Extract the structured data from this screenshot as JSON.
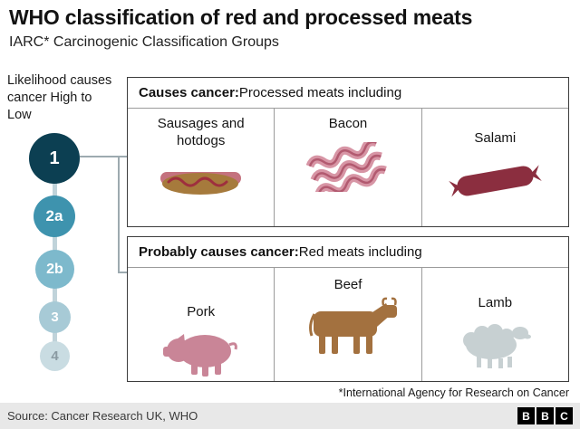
{
  "header": {
    "title": "WHO classification of red and processed meats",
    "subtitle": "IARC* Carcinogenic Classification Groups"
  },
  "scale": {
    "label": "Likelihood causes cancer High to Low",
    "groups": [
      {
        "label": "1",
        "color": "#0c3f52",
        "text_color": "#ffffff"
      },
      {
        "label": "2a",
        "color": "#3e93ae",
        "text_color": "#ffffff"
      },
      {
        "label": "2b",
        "color": "#7db9cc",
        "text_color": "#ffffff"
      },
      {
        "label": "3",
        "color": "#a7cad6",
        "text_color": "#ffffff"
      },
      {
        "label": "4",
        "color": "#c9dce2",
        "text_color": "#8a9aa2"
      }
    ]
  },
  "boxes": [
    {
      "heading_bold": "Causes cancer:",
      "heading_rest": " Processed meats including",
      "items": [
        {
          "label": "Sausages and hotdogs",
          "icon": "hotdog-icon"
        },
        {
          "label": "Bacon",
          "icon": "bacon-icon"
        },
        {
          "label": "Salami",
          "icon": "salami-icon"
        }
      ]
    },
    {
      "heading_bold": "Probably causes cancer:",
      "heading_rest": " Red meats including",
      "items": [
        {
          "label": "Pork",
          "icon": "pig-icon"
        },
        {
          "label": "Beef",
          "icon": "cow-icon"
        },
        {
          "label": "Lamb",
          "icon": "sheep-icon"
        }
      ]
    }
  ],
  "footnote": "*International Agency for Research on Cancer",
  "footer": {
    "source": "Source: Cancer Research UK, WHO",
    "logo": [
      "B",
      "B",
      "C"
    ]
  },
  "icon_colors": {
    "hotdog_bun": "#a67a3c",
    "hotdog_sausage": "#c4727e",
    "hotdog_squiggle": "#9e2f3e",
    "bacon": "#d795a5",
    "bacon_stripe": "#b25a70",
    "salami": "#8b2e3f",
    "pig": "#c98597",
    "cow": "#a3713f",
    "sheep": "#c7d0d2"
  }
}
